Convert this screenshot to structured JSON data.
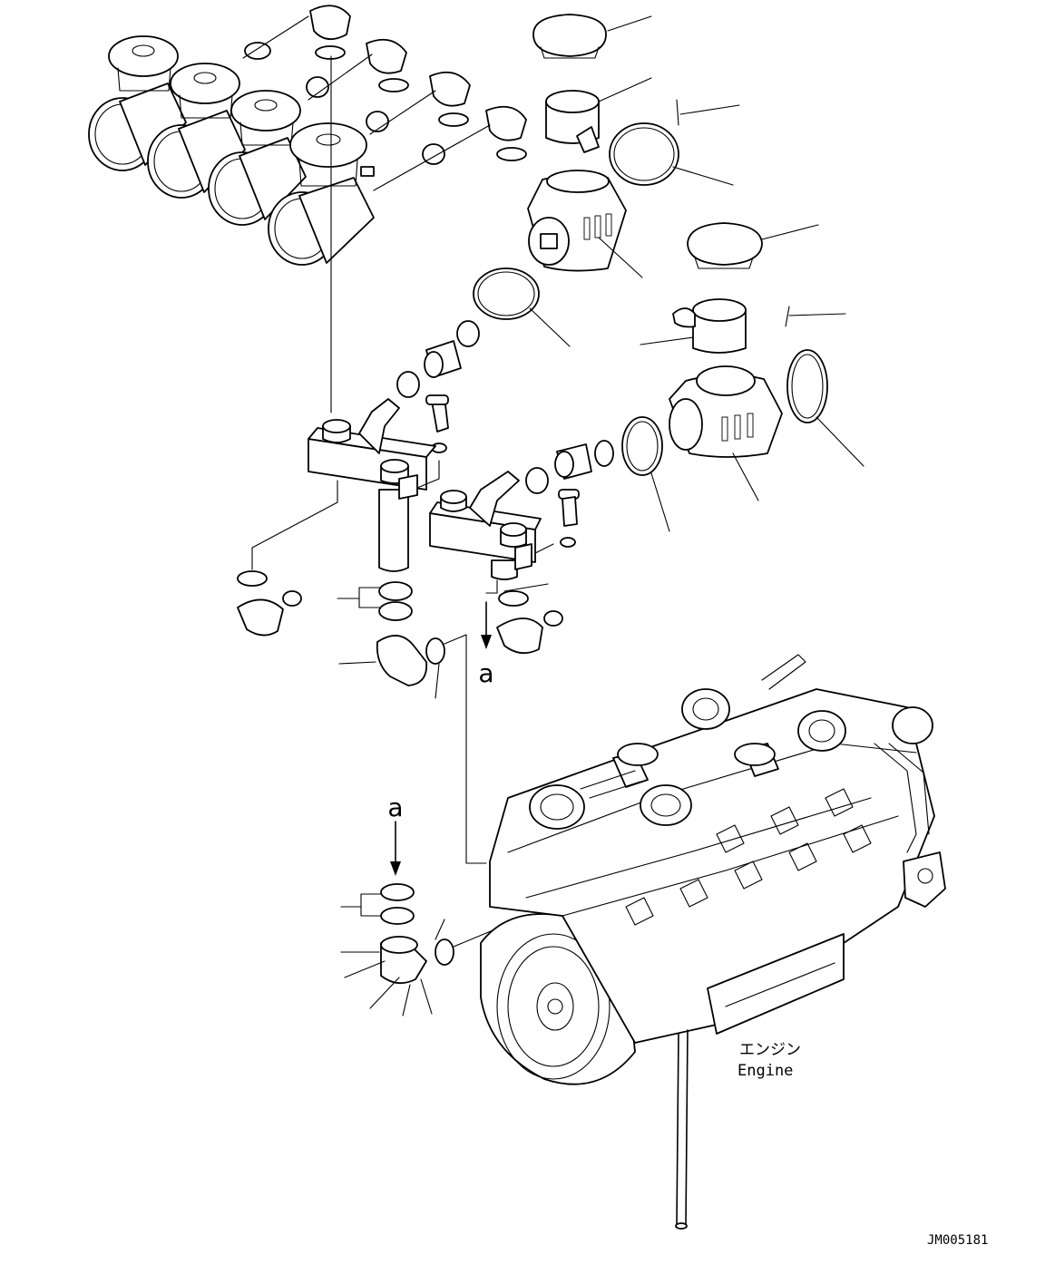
{
  "figure": {
    "engine_label_jp": "エンジン",
    "engine_label_en": "Engine",
    "view_marker_top": "a",
    "view_marker_bottom": "a",
    "drawing_number": "JM005181"
  }
}
